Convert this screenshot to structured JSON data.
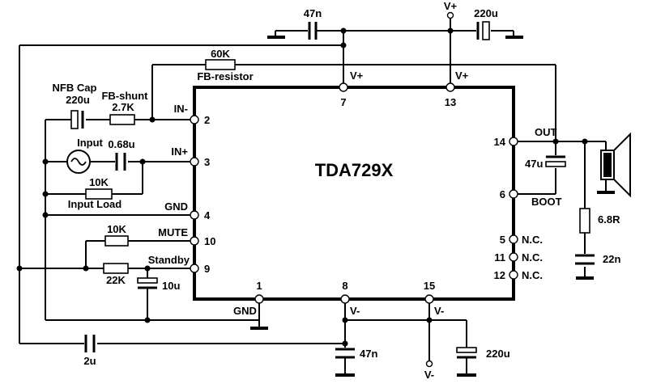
{
  "ic": {
    "name": "TDA729X",
    "pins": {
      "p1": "1",
      "p2": "2",
      "p3": "3",
      "p4": "4",
      "p5": "5",
      "p6": "6",
      "p7": "7",
      "p8": "8",
      "p9": "9",
      "p10": "10",
      "p11": "11",
      "p12": "12",
      "p13": "13",
      "p14": "14",
      "p15": "15"
    },
    "pin_labels": {
      "in_minus": "IN-",
      "in_plus": "IN+",
      "gnd": "GND",
      "mute": "MUTE",
      "standby": "Standby",
      "v_plus_7": "V+",
      "v_plus_13": "V+",
      "out": "OUT",
      "boot": "BOOT",
      "nc5": "N.C.",
      "nc11": "N.C.",
      "nc12": "N.C.",
      "gnd1": "GND",
      "v_minus_8": "V-",
      "v_minus_15": "V-"
    }
  },
  "components": {
    "c_top_47n": "47n",
    "c_top_220u": "220u",
    "vplus_supply": "V+",
    "r_fb": "60K",
    "r_fb_name": "FB-resistor",
    "nfb_cap_name": "NFB Cap",
    "nfb_cap_value": "220u",
    "r_shunt_name": "FB-shunt",
    "r_shunt_value": "2.7K",
    "input_name": "Input",
    "c_input": "0.68u",
    "r_input_load": "10K",
    "r_input_load_name": "Input Load",
    "r_mute": "10K",
    "r_standby": "22K",
    "c_standby": "10u",
    "c_boot": "47u",
    "r_zobel": "6.8R",
    "c_zobel": "22n",
    "c_bottom_2u": "2u",
    "c_bottom_47n": "47n",
    "c_bottom_220u": "220u",
    "vminus_supply": "V-"
  }
}
